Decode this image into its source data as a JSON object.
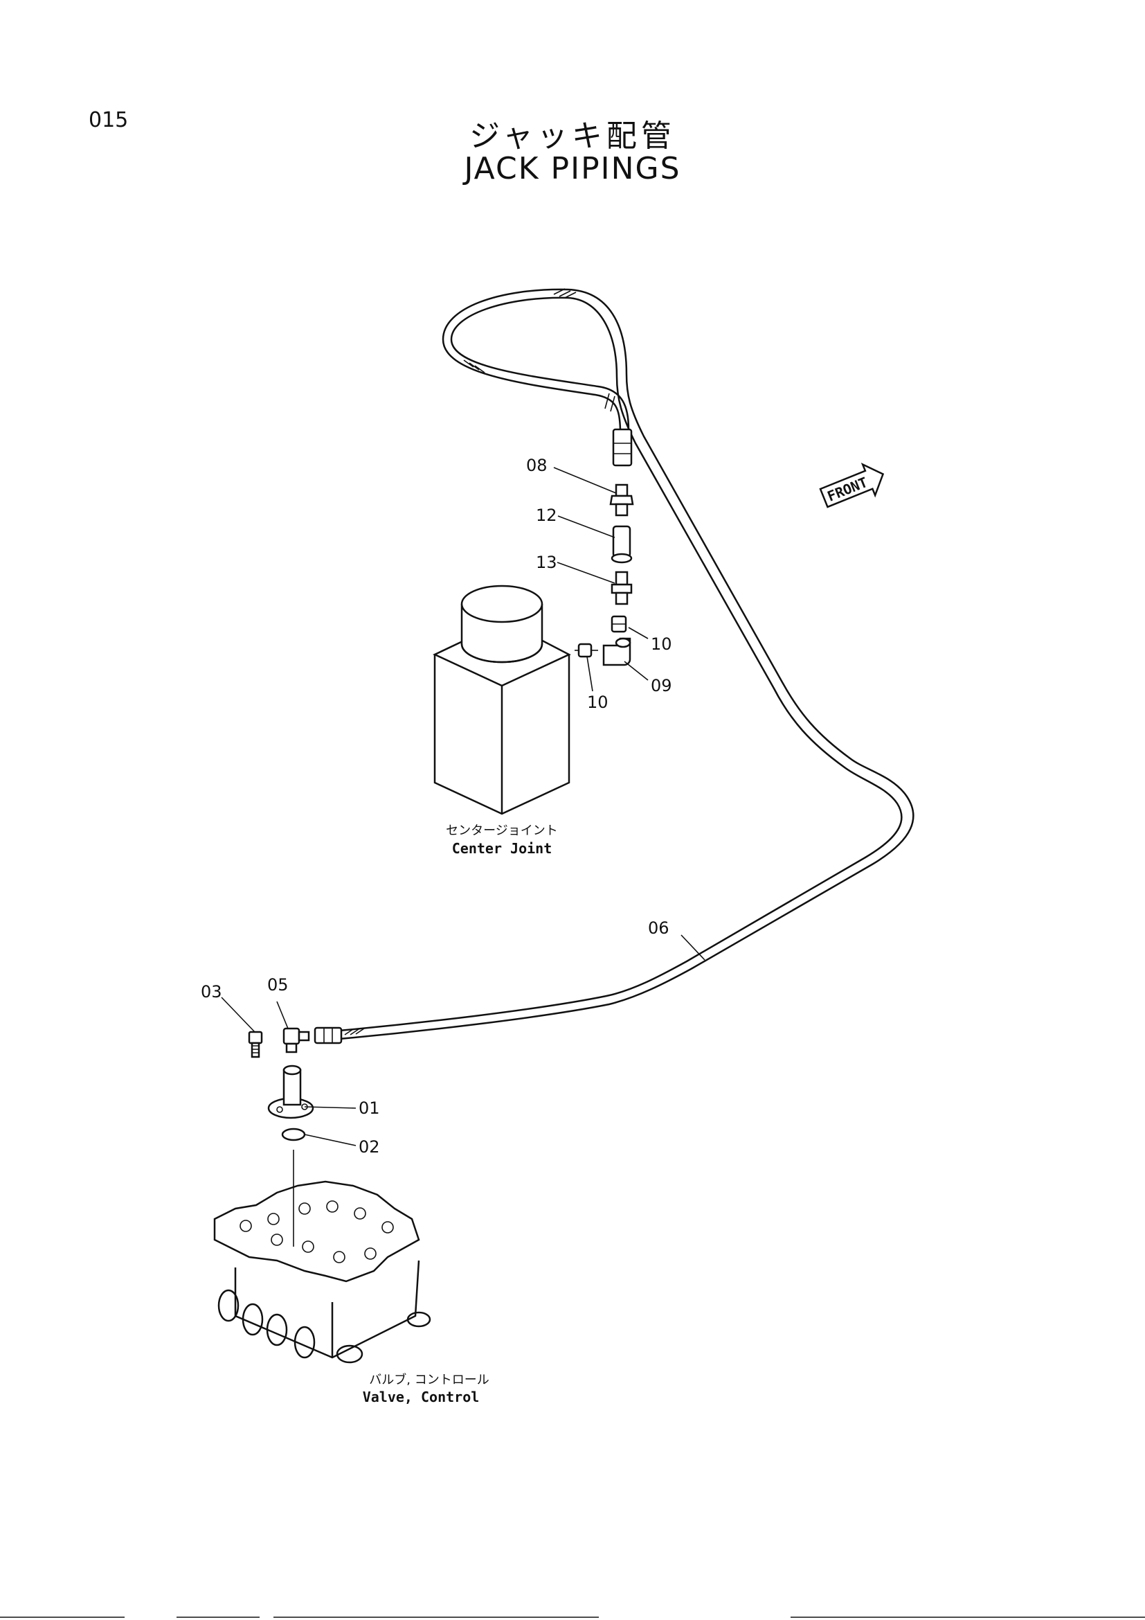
{
  "page_number": "015",
  "title_jp": "ジャッキ配管",
  "title_en": "JACK PIPINGS",
  "front_label": "FRONT",
  "captions": {
    "center_joint_jp": "センタージョイント",
    "center_joint_en": "Center Joint",
    "valve_jp": "バルブ, コントロール",
    "valve_en": "Valve, Control"
  },
  "callouts": [
    {
      "id": "c08",
      "label": "08"
    },
    {
      "id": "c12",
      "label": "12"
    },
    {
      "id": "c13",
      "label": "13"
    },
    {
      "id": "c10a",
      "label": "10"
    },
    {
      "id": "c09",
      "label": "09"
    },
    {
      "id": "c10b",
      "label": "10"
    },
    {
      "id": "c06",
      "label": "06"
    },
    {
      "id": "c03",
      "label": "03"
    },
    {
      "id": "c05",
      "label": "05"
    },
    {
      "id": "c01",
      "label": "01"
    },
    {
      "id": "c02",
      "label": "02"
    }
  ]
}
